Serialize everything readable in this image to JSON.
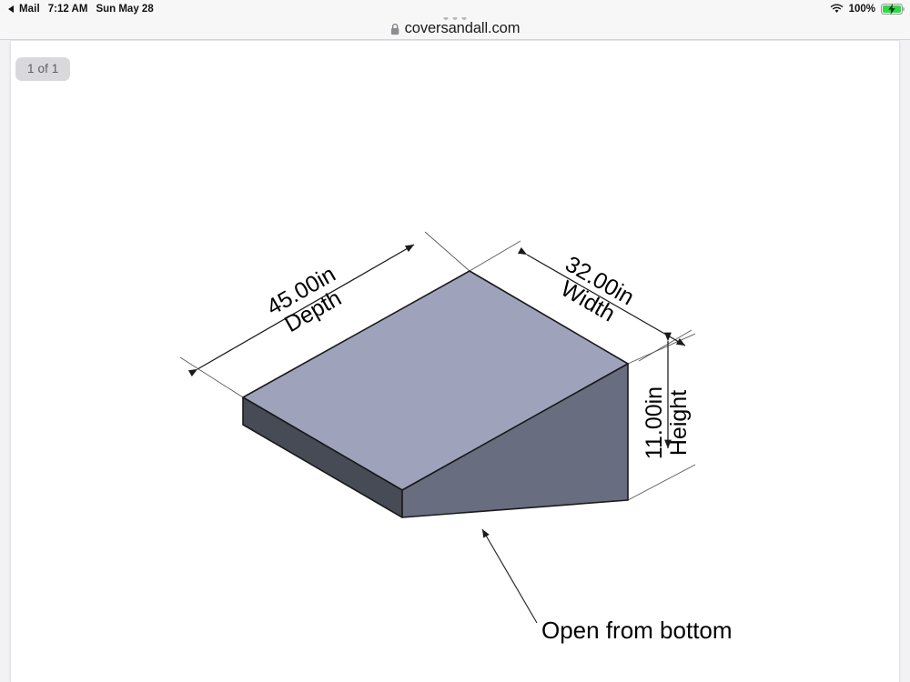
{
  "statusbar": {
    "back_caret_icon": "back-triangle-icon",
    "back_app_label": "Mail",
    "time": "7:12 AM",
    "date": "Sun May 28",
    "wifi_icon": "wifi-icon",
    "battery_percent": "100%",
    "battery_icon": "battery-charging-icon"
  },
  "browser": {
    "tab_dots_icon": "more-dots-icon",
    "lock_icon": "lock-icon",
    "url": "coversandall.com"
  },
  "document": {
    "page_badge": "1 of 1"
  },
  "drawing": {
    "depth": {
      "value": "45.00in",
      "label": "Depth"
    },
    "width": {
      "value": "32.00in",
      "label": "Width"
    },
    "height": {
      "value": "11.00in",
      "label": "Height"
    },
    "note": "Open from bottom",
    "colors": {
      "top_face": "#9ea3bb",
      "left_face": "#464b55",
      "front_face": "#686e7f",
      "outline": "#1a1a1a",
      "dimension_line": "#2b2b2b",
      "page_background": "#ffffff"
    }
  }
}
